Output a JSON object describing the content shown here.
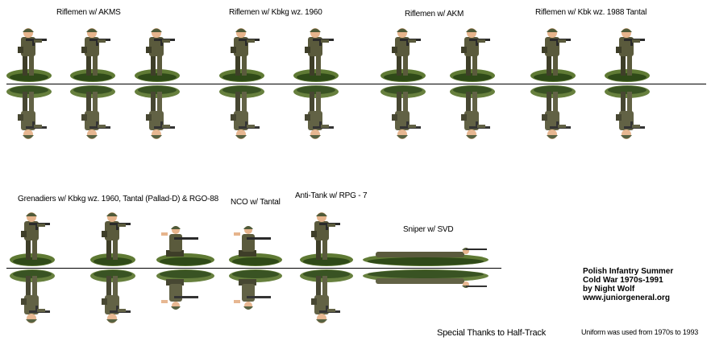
{
  "labels": {
    "row1_group1": "Riflemen w/ AKMS",
    "row1_group2": "Riflemen w/ Kbkg wz. 1960",
    "row1_group3": "Riflemen w/ AKM",
    "row1_group4": "Riflemen w/ Kbk wz. 1988 Tantal",
    "row2_group1": "Grenadiers w/ Kbkg wz. 1960, Tantal (Pallad-D) & RGO-88",
    "row2_group2": "NCO w/ Tantal",
    "row2_group3": "Anti-Tank w/ RPG - 7",
    "row2_group4": "Sniper w/ SVD"
  },
  "credits": {
    "line1": "Polish Infantry Summer",
    "line2": "Cold War 1970s-1991",
    "line3": "by Night Wolf",
    "line4": "www.juniorgeneral.org"
  },
  "footer": {
    "thanks": "Special Thanks to Half-Track",
    "uniform_note": "Uniform was used from 1970s to 1993"
  },
  "colors": {
    "uniform": "#5a5a3c",
    "uniform_dark": "#3e3e28",
    "helmet": "#4f5a38",
    "skin": "#e6b48c",
    "grass": "#5f7a34",
    "grass_dark": "#2f4a18",
    "weapon": "#2a2a2a"
  }
}
